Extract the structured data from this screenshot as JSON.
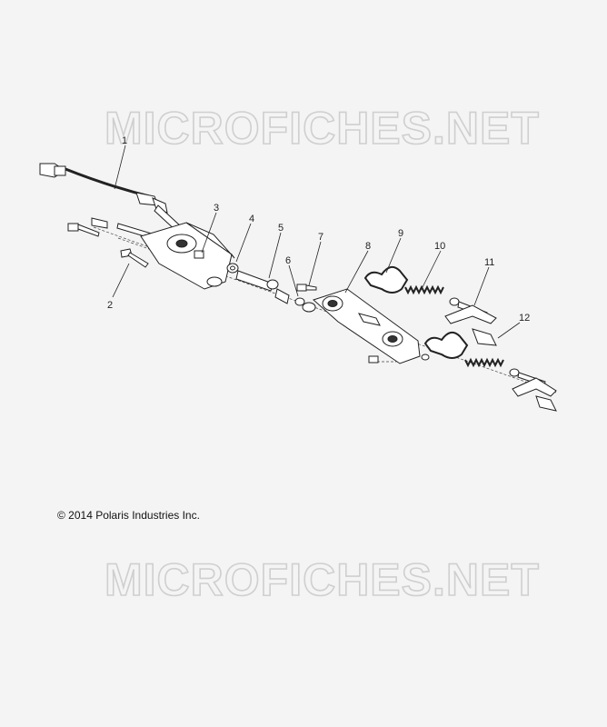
{
  "watermark": {
    "top_text": "MICROFICHES.NET",
    "bottom_text": "MICROFICHES.NET"
  },
  "callouts": [
    "1",
    "2",
    "3",
    "4",
    "5",
    "6",
    "7",
    "8",
    "9",
    "10",
    "11",
    "12"
  ],
  "copyright": "© 2014 Polaris Industries Inc."
}
